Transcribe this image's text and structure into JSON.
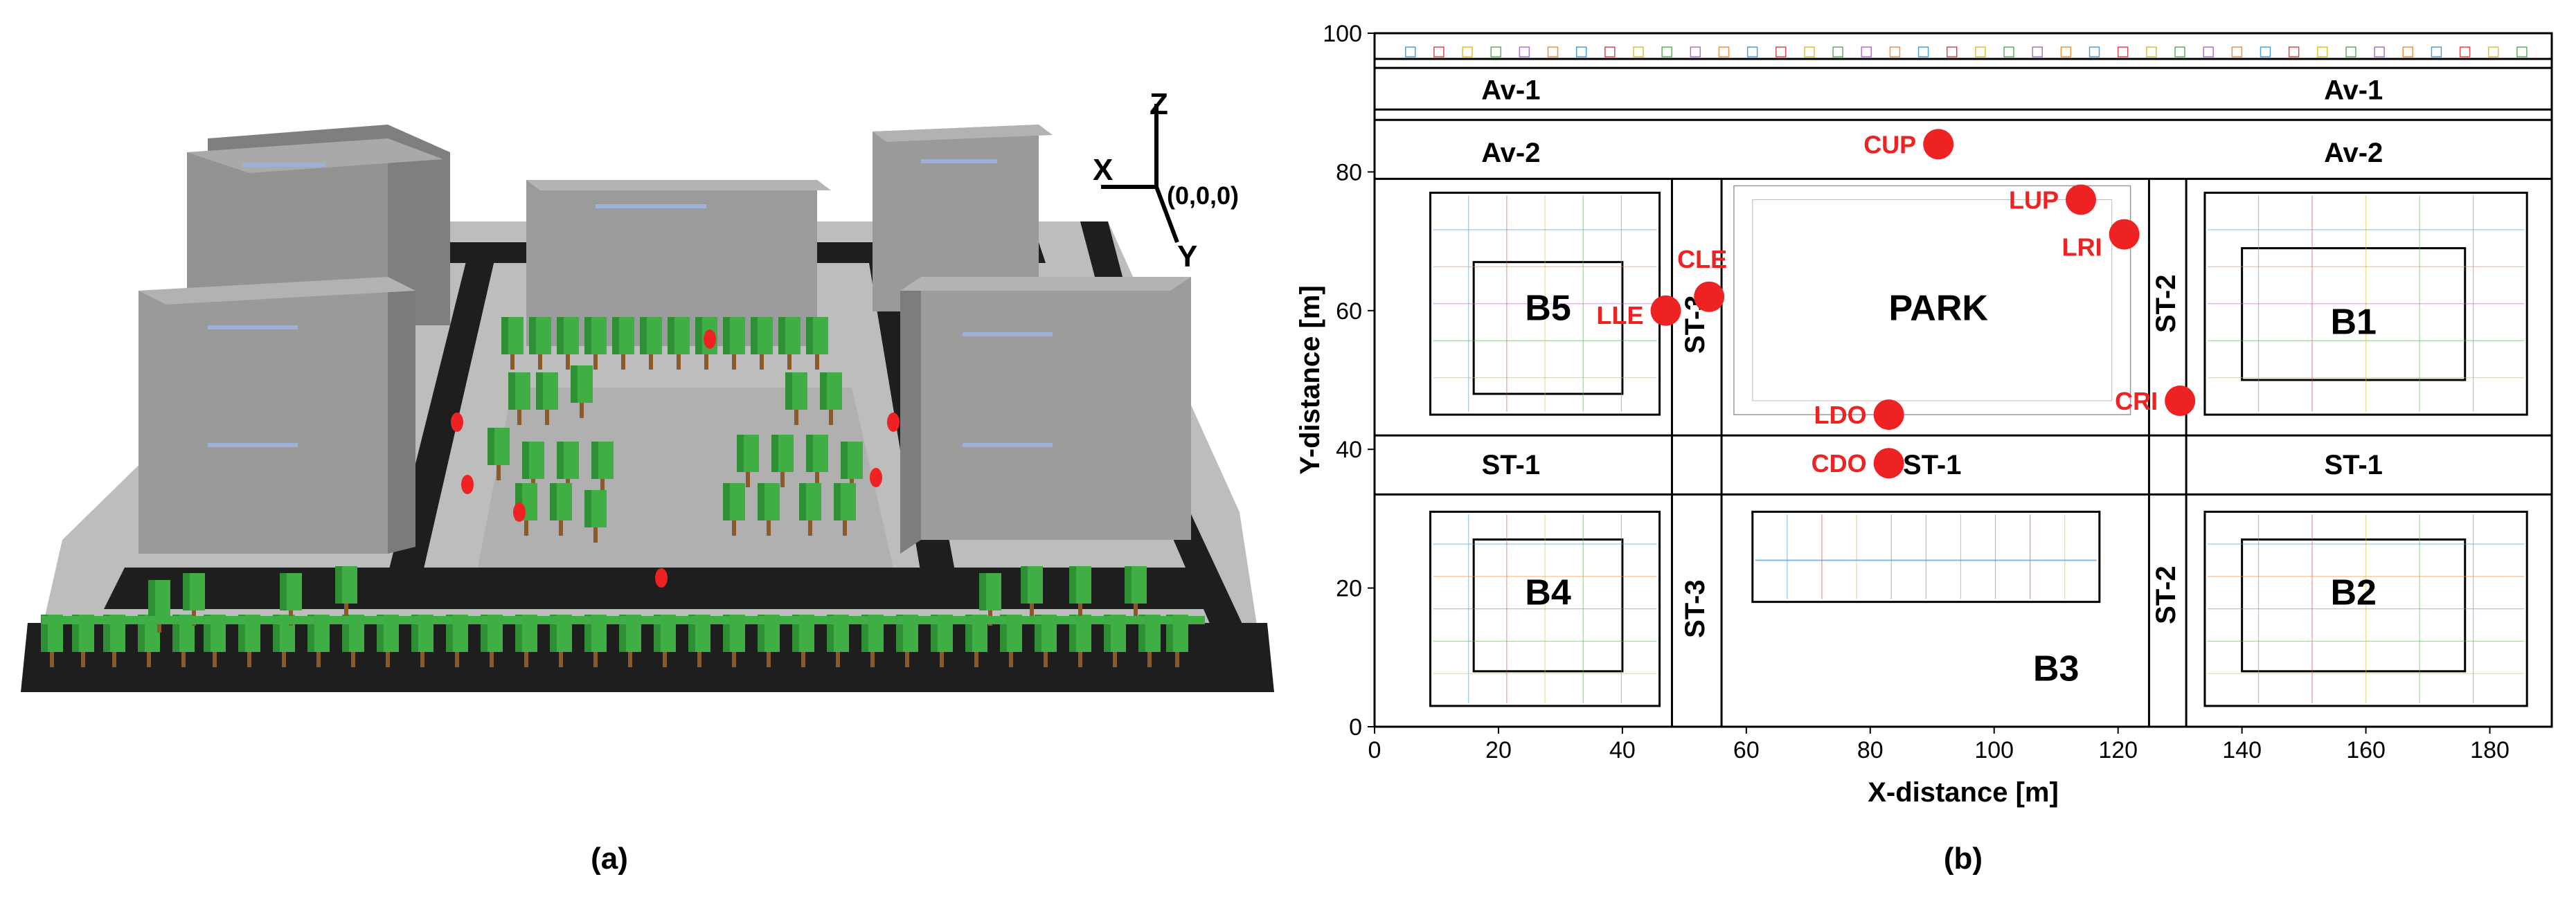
{
  "captions": {
    "left": "(a)",
    "right": "(b)"
  },
  "axes3d": {
    "x": "X",
    "y": "Y",
    "z": "Z",
    "origin": "(0,0,0)"
  },
  "chart_data": {
    "type": "scatter",
    "xlabel": "X-distance [m]",
    "ylabel": "Y-distance [m]",
    "xlim": [
      0,
      190
    ],
    "ylim": [
      0,
      100
    ],
    "xticks": [
      "0",
      "20",
      "40",
      "60",
      "80",
      "100",
      "120",
      "140",
      "160",
      "180"
    ],
    "yticks": [
      "0",
      "20",
      "40",
      "60",
      "80",
      "100"
    ],
    "grid": false,
    "point_color": "#ee2222",
    "points": [
      {
        "label": "CUP",
        "x": 91,
        "y": 84
      },
      {
        "label": "LUP",
        "x": 114,
        "y": 76
      },
      {
        "label": "LRI",
        "x": 121,
        "y": 71
      },
      {
        "label": "CLE",
        "x": 54,
        "y": 62
      },
      {
        "label": "LLE",
        "x": 47,
        "y": 60
      },
      {
        "label": "CRI",
        "x": 130,
        "y": 47
      },
      {
        "label": "LDO",
        "x": 83,
        "y": 45
      },
      {
        "label": "CDO",
        "x": 83,
        "y": 38
      }
    ],
    "region_labels": {
      "av1": "Av-1",
      "av2": "Av-2",
      "st1": "ST-1",
      "st2": "ST-2",
      "st3": "ST-3",
      "park": "PARK",
      "b1": "B1",
      "b2": "B2",
      "b3": "B3",
      "b4": "B4",
      "b5": "B5"
    }
  },
  "colors": {
    "road": "#222222",
    "building": "#8e8e8e",
    "building_top": "#a6a6a6",
    "ground": "#c8c8c8",
    "tree": "#3fae45",
    "trunk": "#8b5a2b",
    "receiver": "#ee2222"
  }
}
